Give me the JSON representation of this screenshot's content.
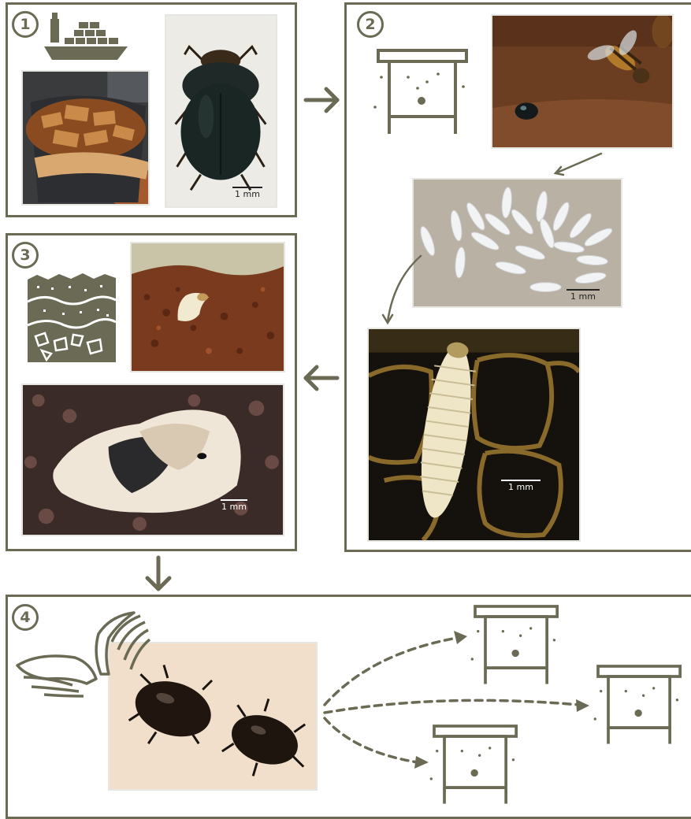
{
  "steps": [
    "1",
    "2",
    "3",
    "4"
  ],
  "scales": {
    "adult": "1 mm",
    "eggs": "1 mm",
    "larva": "1 mm",
    "pupa": "1 mm"
  },
  "colors": {
    "line": "#6b6b55",
    "icon": "#6b6b55"
  },
  "icons": [
    "ship-icon",
    "beehive-icon",
    "soil-icon",
    "wings-icon"
  ]
}
